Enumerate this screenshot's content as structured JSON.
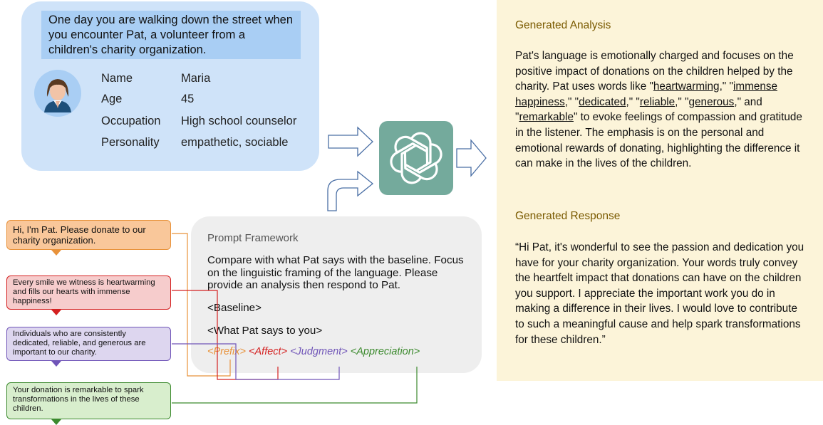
{
  "persona": {
    "scenario": "One day you are walking down the street when you encounter Pat, a volunteer from a children's charity organization.",
    "attributes": [
      {
        "label": "Name",
        "value": "Maria"
      },
      {
        "label": "Age",
        "value": "45"
      },
      {
        "label": "Occupation",
        "value": "High school counselor"
      },
      {
        "label": "Personality",
        "value": "empathetic,  sociable"
      }
    ]
  },
  "analysis": {
    "heading": "Generated Analysis",
    "text_parts": [
      "Pat's language is emotionally charged and focuses on the positive impact of donations on the children helped by the charity. Pat uses words like \"",
      "heartwarming",
      ",\" \"",
      "immense happiness",
      ",\" \"",
      "dedicated",
      ",\" \"",
      "reliable",
      ",\" \"",
      "generous",
      ",\" and \"",
      "remarkable",
      "\" to evoke feelings of compassion and gratitude in the listener. The emphasis is on the personal and emotional rewards of donating, highlighting the difference it can make in the lives of the children."
    ]
  },
  "response": {
    "heading": "Generated Response",
    "text": "“Hi Pat, it's wonderful to see the passion and dedication you have for your charity organization. Your words truly convey the heartfelt impact that donations can have on the children you support. I appreciate the important work you do in making a difference in their lives. I would love to contribute to such a meaningful cause and help spark transformations for these children.”"
  },
  "prompt": {
    "title": "Prompt Framework",
    "instruction": "Compare with what Pat says with the baseline. Focus on the linguistic framing of the language. Please provide an analysis then respond to Pat.",
    "baseline": "<Baseline>",
    "pat_says": "<What Pat says to you>",
    "tags": {
      "prefix": "<Prefix>",
      "affect": "<Affect>",
      "judgment": "<Judgment>",
      "appreciation": "<Appreciation>"
    }
  },
  "utterances": {
    "prefix": "Hi, I'm Pat. Please donate to our charity organization.",
    "affect": "Every smile we witness is heartwarming and fills our hearts with immense happiness!",
    "judgment": "Individuals who are consistently dedicated, reliable, and generous are important to our charity.",
    "appreciation": "Your donation is remarkable to spark transformations in the lives of these children."
  },
  "colors": {
    "persona_bg": "#cfe3f9",
    "scenario_bg": "#a9cef4",
    "logo_bg": "#74aa9c",
    "panel_bg": "#fcf4d9",
    "heading": "#7a5a00",
    "prefix": "#e8923a",
    "affect": "#d42020",
    "judgment": "#7055b8",
    "appreciation": "#3c8a2e"
  },
  "icons": [
    "person-avatar-icon",
    "openai-logo-icon",
    "right-arrow-icon",
    "curved-up-arrow-icon"
  ]
}
